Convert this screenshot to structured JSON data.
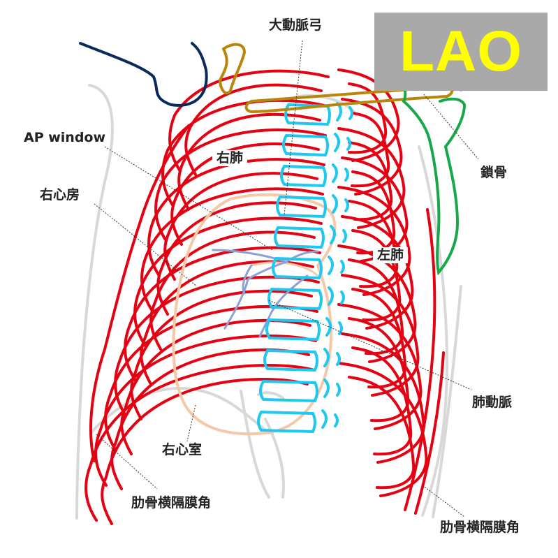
{
  "view": "LAO",
  "labels": {
    "aortic_arch": "大動脈弓",
    "ap_window": "AP window",
    "right_atrium": "右心房",
    "right_lung": "右肺",
    "left_lung": "左肺",
    "clavicle": "鎖骨",
    "pulmonary_artery": "肺動脈",
    "right_ventricle": "右心室",
    "costophrenic_angle_right": "肋骨横隔膜角",
    "costophrenic_angle_left": "肋骨横隔膜角"
  },
  "colors": {
    "ribs": "#e50012",
    "spine": "#1ec8f0",
    "heart": "#f5c8a8",
    "pulmonary_vessels": "#8ca0d8",
    "clavicle_right": "#0a2a5a",
    "clavicle_left": "#b8860b",
    "scapula": "#18a84a",
    "body_outline": "#d8d8d8",
    "badge_bg": "#a9a9a9",
    "badge_text": "#ffff00"
  }
}
